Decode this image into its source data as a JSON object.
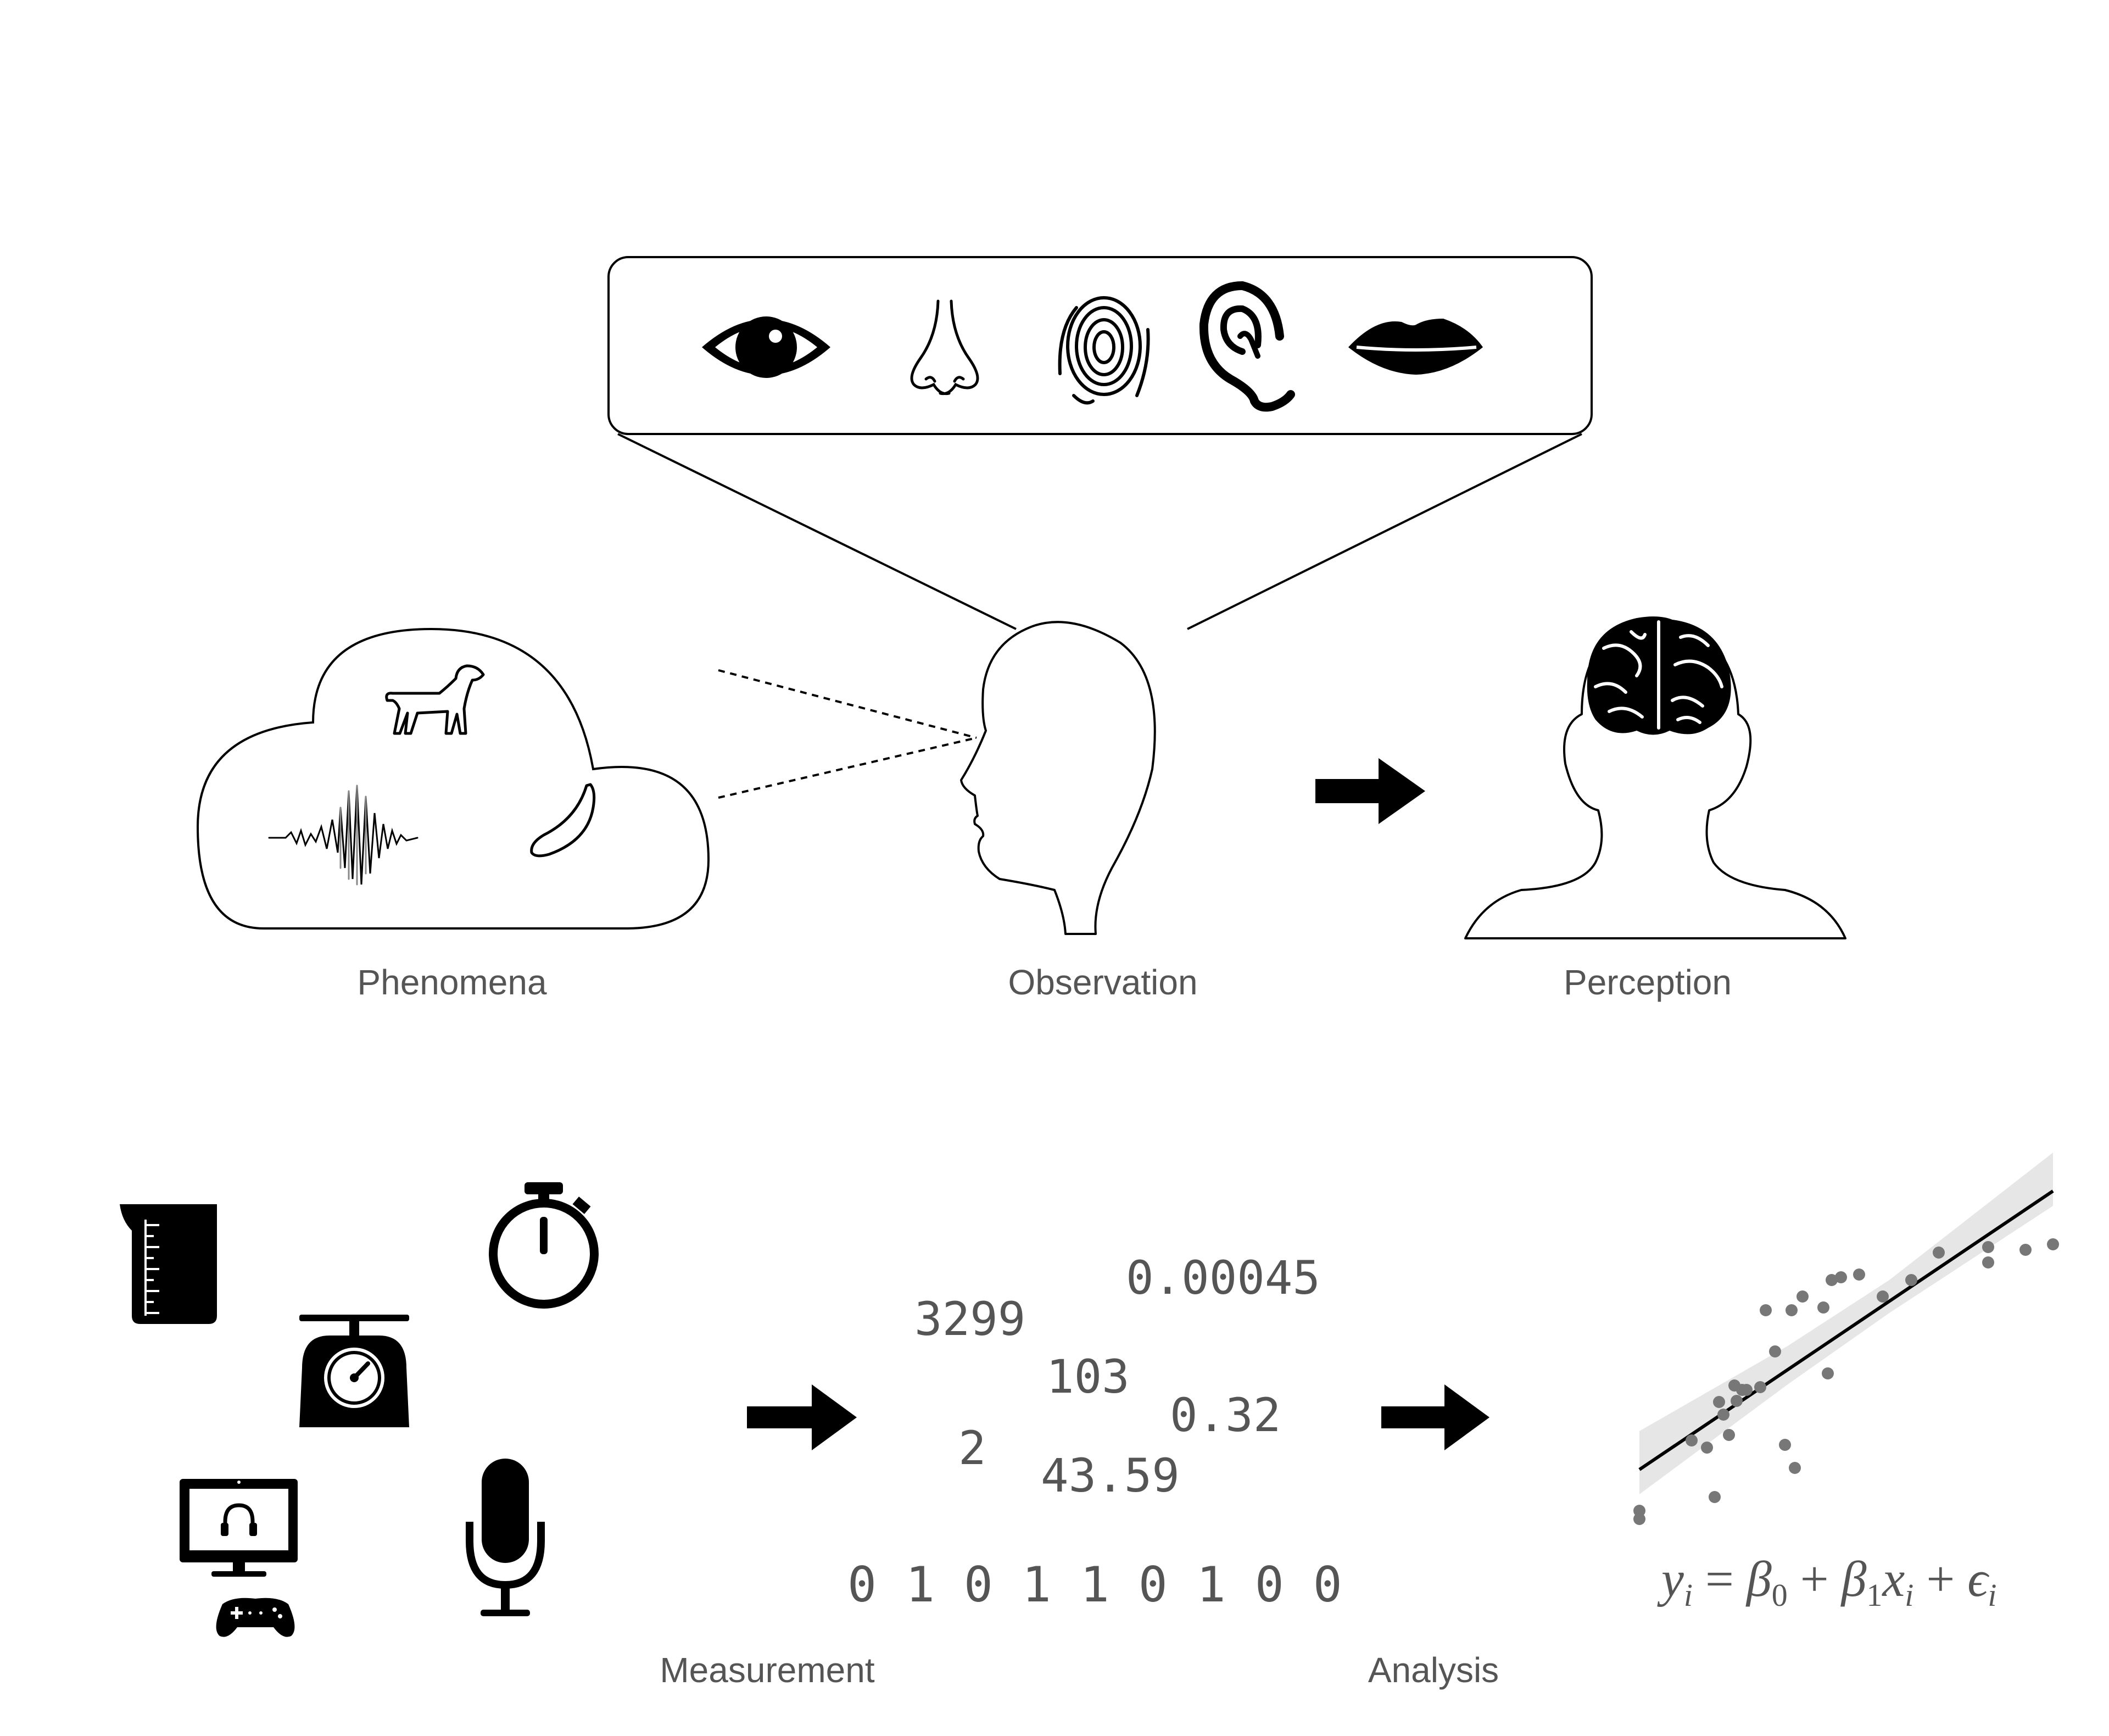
{
  "stages": {
    "phenomena": "Phenomena",
    "observation": "Observation",
    "perception": "Perception",
    "measurement": "Measurement",
    "analysis": "Analysis"
  },
  "senses": [
    "eye-icon",
    "nose-icon",
    "fingerprint-icon",
    "ear-icon",
    "lips-icon"
  ],
  "phenomena_items": [
    "dog-icon",
    "sound-wave-icon",
    "banana-icon"
  ],
  "instruments": [
    "beaker-icon",
    "stopwatch-icon",
    "scale-icon",
    "monitor-headphones-icon",
    "gamepad-icon",
    "microphone-icon"
  ],
  "numbers": {
    "n1": "0.00045",
    "n2": "3299",
    "n3": "103",
    "n4": "0.32",
    "n5": "2",
    "n6": "43.59"
  },
  "binary": "0 1 0 1 1 0 1 0 0",
  "equation": "y_i = β_0 + β_1 x_i + ε_i",
  "colors": {
    "ink": "#000000",
    "label": "#555555",
    "points": "#777777",
    "band": "#e6e6e6"
  }
}
